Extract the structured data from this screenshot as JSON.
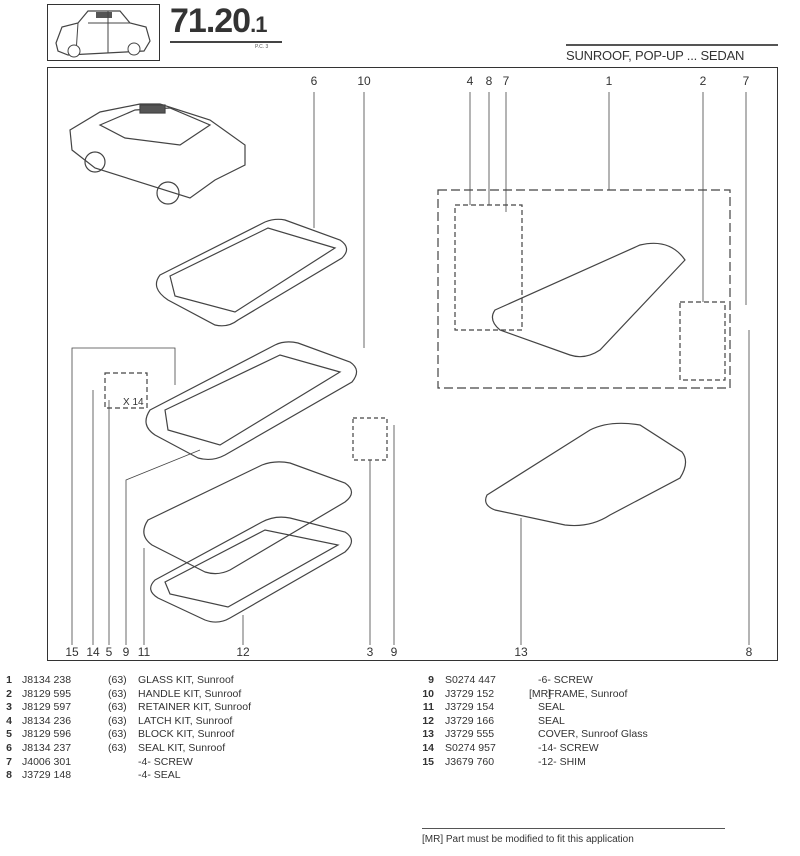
{
  "header": {
    "section_code": "71.20",
    "section_sub": ".1",
    "page_ref": "P.C. 3",
    "title": "SUNROOF, POP-UP ... SEDAN"
  },
  "callouts_top": [
    "6",
    "10",
    "4",
    "8",
    "7",
    "1",
    "2",
    "7"
  ],
  "callouts_bottom": [
    "15",
    "14",
    "5",
    "9",
    "11",
    "12",
    "3",
    "9",
    "13",
    "8"
  ],
  "diagram_labels": {
    "qty": "X 14"
  },
  "parts_left": [
    {
      "num": "1",
      "part": "J8134 238",
      "code": "(63)",
      "desc": "GLASS KIT, Sunroof"
    },
    {
      "num": "2",
      "part": "J8129 595",
      "code": "(63)",
      "desc": "HANDLE KIT, Sunroof"
    },
    {
      "num": "3",
      "part": "J8129 597",
      "code": "(63)",
      "desc": "RETAINER KIT, Sunroof"
    },
    {
      "num": "4",
      "part": "J8134 236",
      "code": "(63)",
      "desc": "LATCH KIT, Sunroof"
    },
    {
      "num": "5",
      "part": "J8129 596",
      "code": "(63)",
      "desc": "BLOCK KIT, Sunroof"
    },
    {
      "num": "6",
      "part": "J8134 237",
      "code": "(63)",
      "desc": "SEAL KIT, Sunroof"
    },
    {
      "num": "7",
      "part": "J4006 301",
      "code": "",
      "desc": "-4- SCREW"
    },
    {
      "num": "8",
      "part": "J3729 148",
      "code": "",
      "desc": "-4- SEAL"
    }
  ],
  "parts_right": [
    {
      "num": "9",
      "part": "S0274 447",
      "code": "",
      "desc": "-6- SCREW"
    },
    {
      "num": "10",
      "part": "J3729 152",
      "code": "[MR]",
      "desc": "FRAME, Sunroof"
    },
    {
      "num": "11",
      "part": "J3729 154",
      "code": "",
      "desc": "SEAL"
    },
    {
      "num": "12",
      "part": "J3729 166",
      "code": "",
      "desc": "SEAL"
    },
    {
      "num": "13",
      "part": "J3729 555",
      "code": "",
      "desc": "COVER, Sunroof Glass"
    },
    {
      "num": "14",
      "part": "S0274 957",
      "code": "",
      "desc": "-14- SCREW"
    },
    {
      "num": "15",
      "part": "J3679 760",
      "code": "",
      "desc": "-12- SHIM"
    }
  ],
  "footnote": "[MR] Part must be modified to fit this application"
}
